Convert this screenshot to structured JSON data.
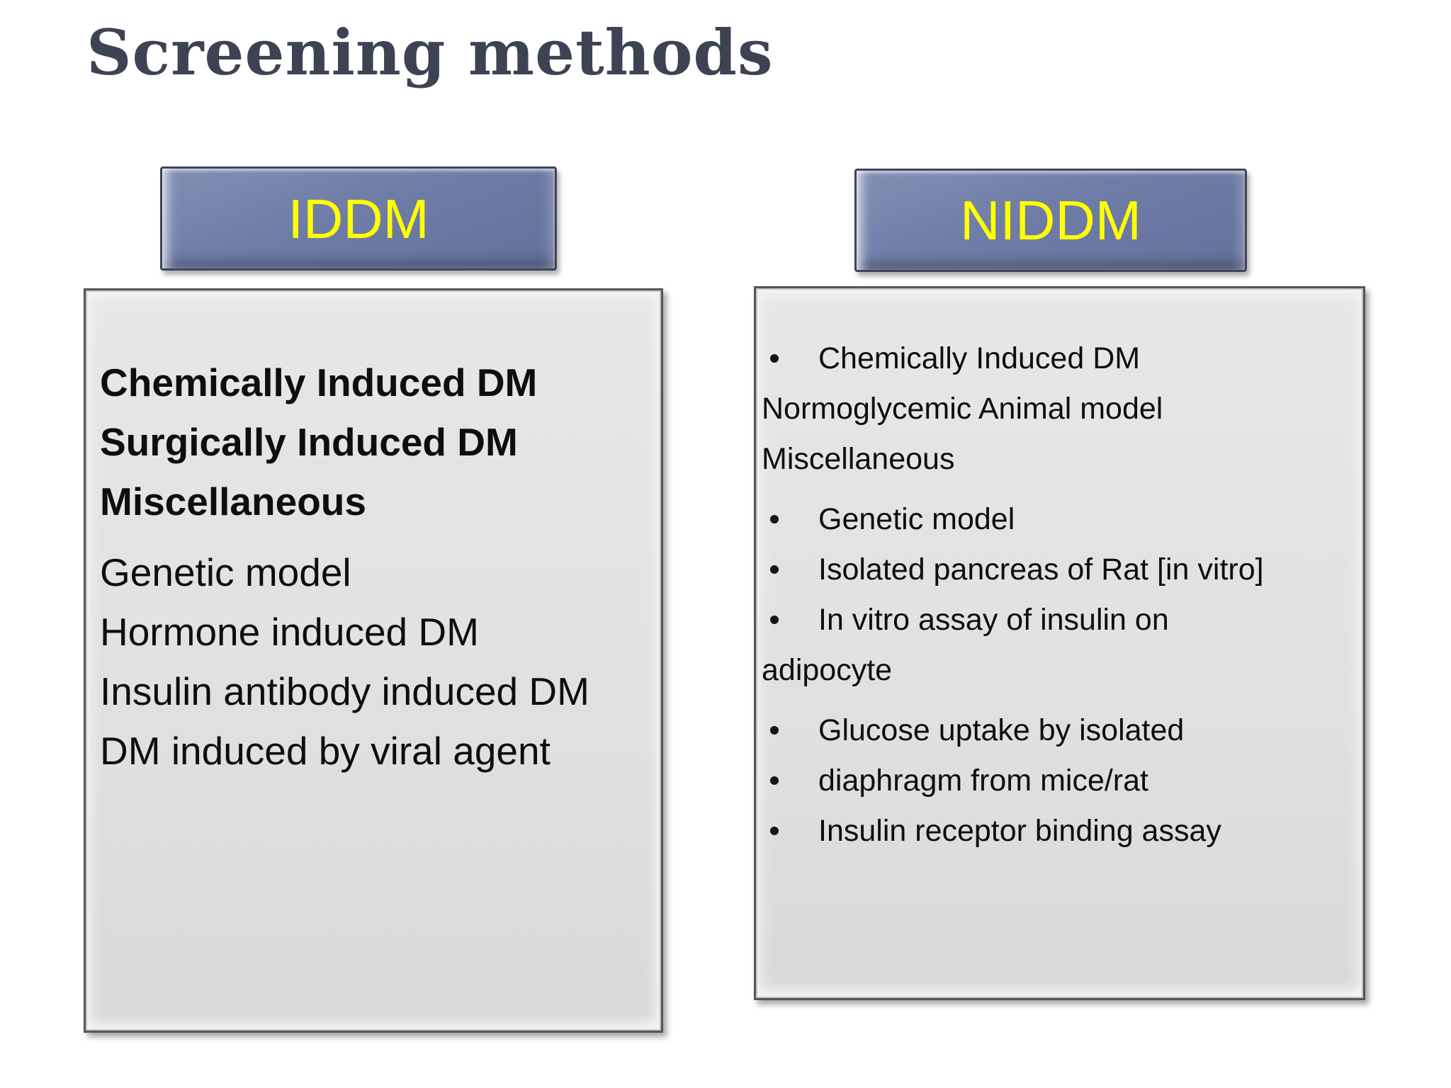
{
  "slide": {
    "title": "Screening methods"
  },
  "columns": [
    {
      "id": "iddm",
      "header": "IDDM",
      "items": [
        {
          "text": "Chemically Induced DM",
          "bold": true,
          "bullet": false
        },
        {
          "text": "Surgically Induced DM",
          "bold": true,
          "bullet": false
        },
        {
          "text": "Miscellaneous",
          "bold": true,
          "bullet": false
        },
        {
          "text": "Genetic model",
          "bold": false,
          "bullet": false
        },
        {
          "text": "Hormone induced DM",
          "bold": false,
          "bullet": false
        },
        {
          "text": "Insulin antibody induced DM",
          "bold": false,
          "bullet": false
        },
        {
          "text": "DM induced by viral agent",
          "bold": false,
          "bullet": false
        }
      ]
    },
    {
      "id": "niddm",
      "header": "NIDDM",
      "items": [
        {
          "text": "Chemically Induced DM",
          "bold": false,
          "bullet": true
        },
        {
          "text": "Normoglycemic Animal model",
          "bold": false,
          "bullet": false
        },
        {
          "text": "Miscellaneous",
          "bold": false,
          "bullet": false
        },
        {
          "text": "Genetic model",
          "bold": false,
          "bullet": true
        },
        {
          "text": "Isolated pancreas of Rat [in vitro]",
          "bold": false,
          "bullet": true
        },
        {
          "text": "In vitro assay of insulin on",
          "bold": false,
          "bullet": true
        },
        {
          "text": "adipocyte",
          "bold": false,
          "bullet": false
        },
        {
          "text": "Glucose uptake by isolated",
          "bold": false,
          "bullet": true
        },
        {
          "text": "diaphragm from mice/rat",
          "bold": false,
          "bullet": true
        },
        {
          "text": "Insulin receptor binding assay",
          "bold": false,
          "bullet": true
        }
      ]
    }
  ],
  "colors": {
    "background": "#ffffff",
    "title_text": "#3d4352",
    "header_fill": "#6f7ca7",
    "header_border": "#3f455b",
    "header_text": "#ffff00",
    "box_fill": "#e2e2e2",
    "box_border": "#53565c",
    "body_text": "#0e0e0e"
  }
}
